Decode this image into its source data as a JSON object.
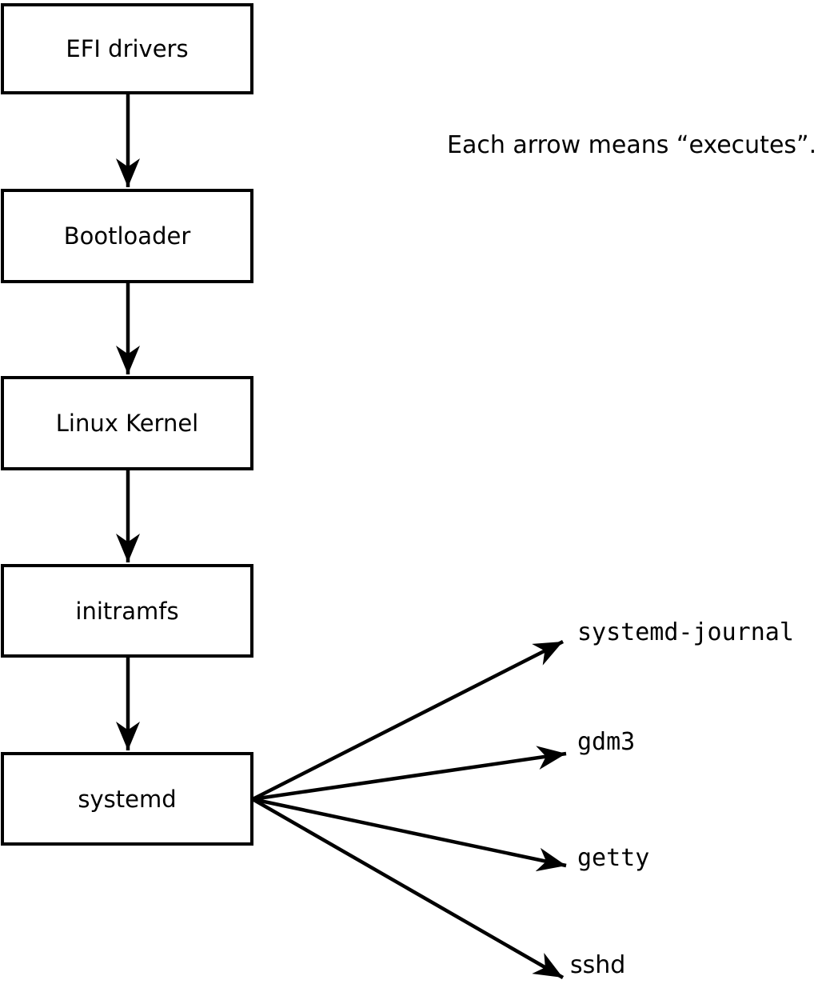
{
  "diagram": {
    "annotation": "Each arrow means “executes”.",
    "arrow_meaning": "executes",
    "chain": [
      {
        "id": "efi-drivers",
        "label": "EFI drivers"
      },
      {
        "id": "bootloader",
        "label": "Bootloader"
      },
      {
        "id": "linux-kernel",
        "label": "Linux Kernel"
      },
      {
        "id": "initramfs",
        "label": "initramfs"
      },
      {
        "id": "systemd",
        "label": "systemd"
      }
    ],
    "spawned_by_systemd": [
      {
        "id": "systemd-journal",
        "label": "systemd-journal"
      },
      {
        "id": "gdm3",
        "label": "gdm3"
      },
      {
        "id": "getty",
        "label": "getty"
      },
      {
        "id": "sshd",
        "label": "sshd"
      }
    ],
    "colors": {
      "line": "#000000",
      "box_fill": "#ffffff",
      "box_border": "#000000",
      "background": "#ffffff",
      "text": "#000000"
    }
  }
}
